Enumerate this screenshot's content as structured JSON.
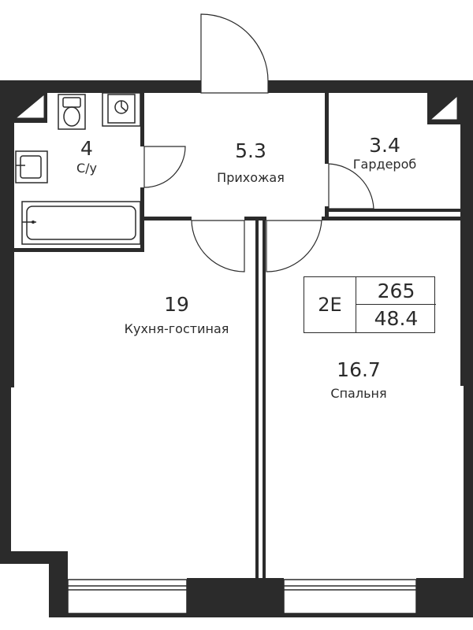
{
  "rooms": {
    "bathroom": {
      "area": "4",
      "name": "С/у"
    },
    "hall": {
      "area": "5.3",
      "name": "Прихожая"
    },
    "wardrobe": {
      "area": "3.4",
      "name": "Гардероб"
    },
    "kitchen": {
      "area": "19",
      "name": "Кухня-гостиная"
    },
    "bedroom": {
      "area": "16.7",
      "name": "Спальня"
    }
  },
  "apartment": {
    "code": "2E",
    "number": "265",
    "total_area": "48.4"
  },
  "colors": {
    "wall": "#2b2b2b",
    "background": "#ffffff"
  }
}
